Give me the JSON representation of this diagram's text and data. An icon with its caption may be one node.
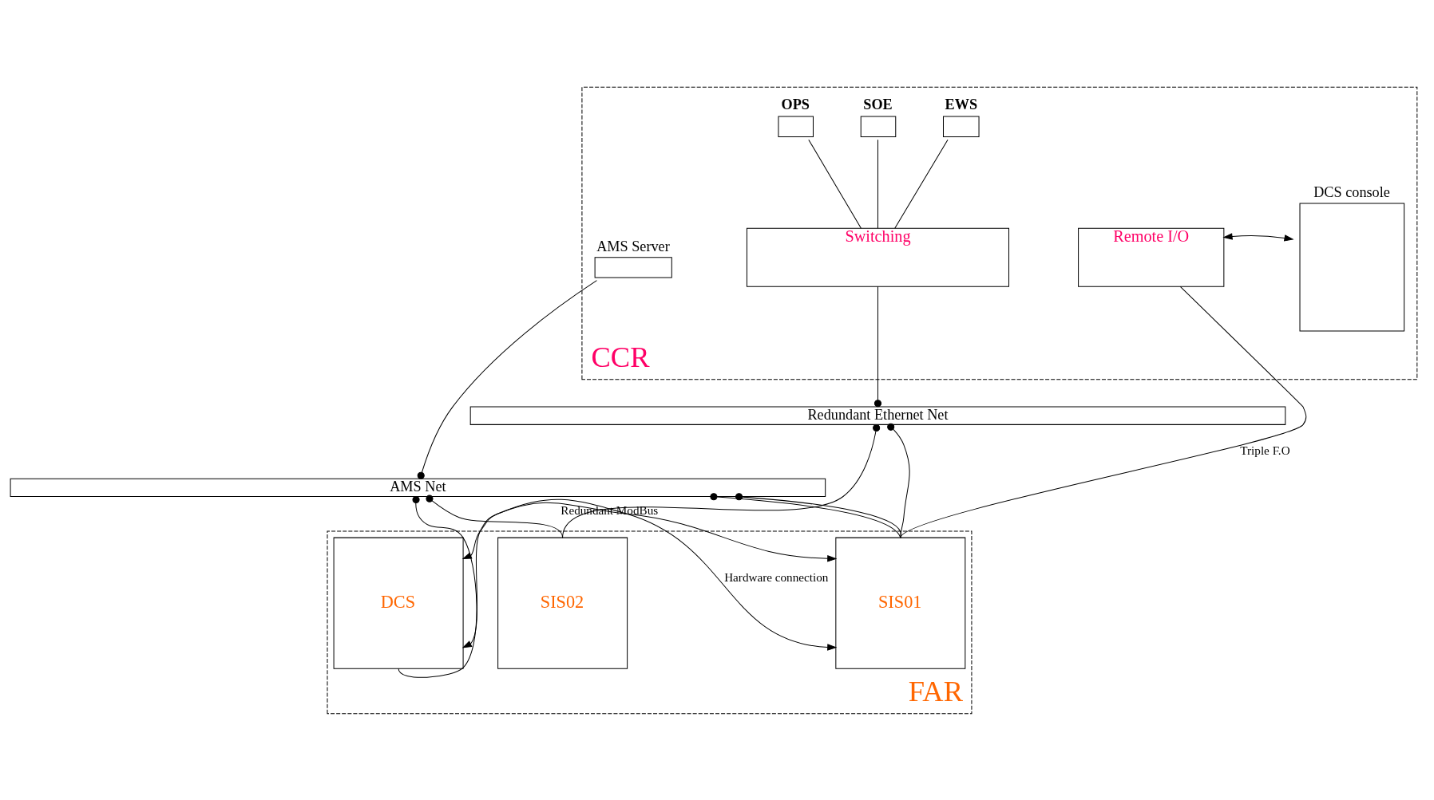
{
  "diagram": {
    "nodes": [
      {
        "text": [
          "CCR"
        ]
      },
      {
        "text": [
          "AMS Server"
        ],
        "in": 0
      },
      {
        "text": [
          "EWS"
        ],
        "in": 0
      },
      {
        "text": [
          "SOE"
        ],
        "in": 0
      },
      {
        "text": [
          "OPS"
        ],
        "in": 0
      },
      {
        "text": [
          "Switching"
        ],
        "in": 0
      },
      {
        "text": [
          "Remote I/O"
        ],
        "in": 0
      },
      {
        "text": [
          "DCS console"
        ],
        "in": 0
      },
      {
        "text": [
          "Redundant Ethernet Net"
        ]
      },
      {
        "text": [
          "AMS Net"
        ]
      },
      {
        "text": [
          "FAR"
        ]
      },
      {
        "text": [
          "DCS"
        ],
        "in": 10
      },
      {
        "text": [
          "SIS01"
        ],
        "in": 10
      },
      {
        "text": [
          "SIS02"
        ],
        "in": 10
      }
    ],
    "edges": [
      {
        "from": 2,
        "to": 5,
        "arrow": "none"
      },
      {
        "from": 3,
        "to": 5,
        "arrow": "none"
      },
      {
        "from": 4,
        "to": 5,
        "arrow": "none"
      },
      {
        "from": 6,
        "to": 7,
        "arrow": "both"
      },
      {
        "from": 5,
        "to": 8,
        "arrow": "other"
      },
      {
        "from": 1,
        "to": 9,
        "arrow": "other"
      },
      {
        "from": 6,
        "to": 12,
        "label": "Triple F.O",
        "arrow": "none"
      },
      {
        "from": 12,
        "to": 8,
        "arrow": "other"
      },
      {
        "from": 13,
        "to": 8,
        "arrow": "other"
      },
      {
        "from": 12,
        "to": 9,
        "arrow": "other"
      },
      {
        "from": 13,
        "to": 9,
        "arrow": "other"
      },
      {
        "from": 11,
        "to": 9,
        "arrow": "other"
      },
      {
        "from": 12,
        "to": 9,
        "arrow": "other"
      },
      {
        "from": 11,
        "to": 12,
        "label": "Redundant ModBus",
        "arrow": "both"
      },
      {
        "from": 11,
        "to": 12,
        "label": "Hardware connection",
        "arrow": "both"
      }
    ]
  }
}
